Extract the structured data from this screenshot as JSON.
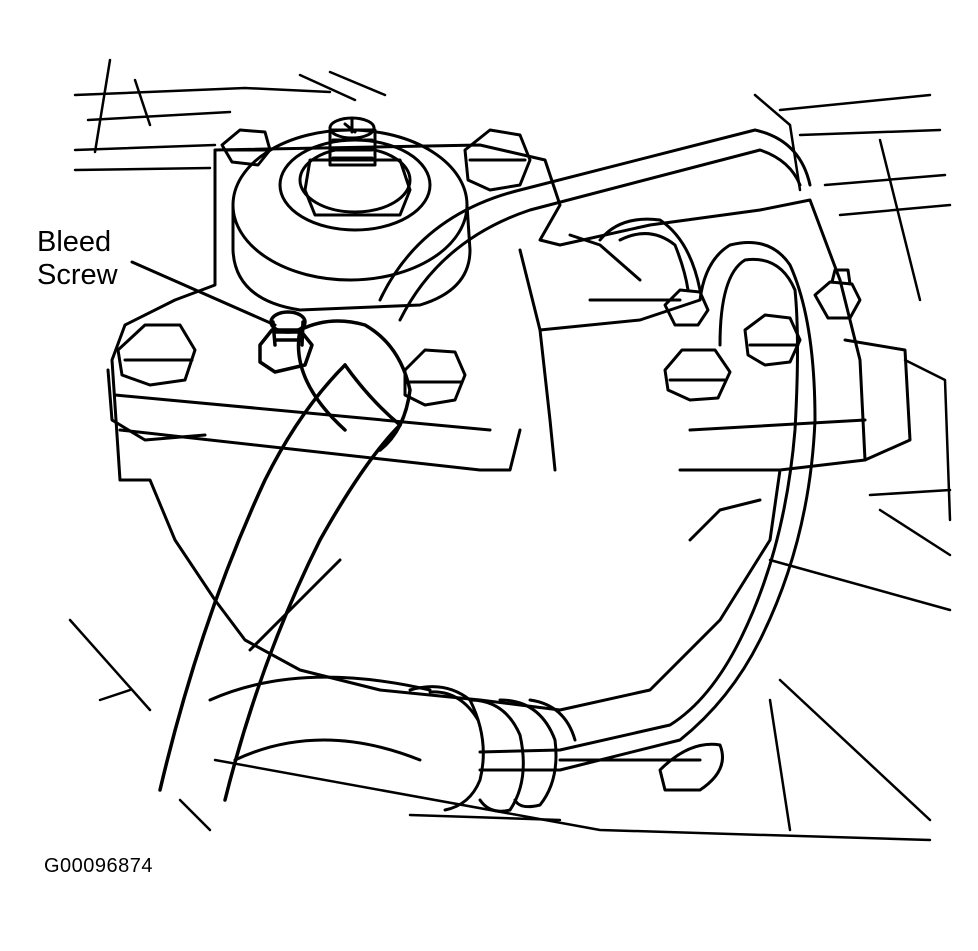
{
  "callout": {
    "line1": "Bleed",
    "line2": "Screw"
  },
  "figure_id": "G00096874",
  "colors": {
    "ink": "#000000",
    "paper": "#ffffff"
  }
}
